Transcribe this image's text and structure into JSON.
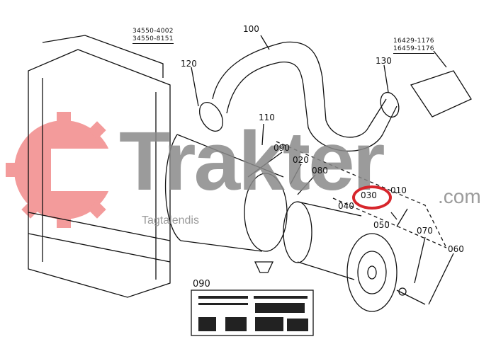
{
  "diagram": {
    "part_numbers_left": [
      "34550-4002",
      "34550-8151"
    ],
    "part_numbers_right": [
      "16429-1176",
      "16459-1176"
    ],
    "callouts": [
      "100",
      "120",
      "130",
      "110",
      "090",
      "020",
      "080",
      "040",
      "030",
      "010",
      "050",
      "070",
      "060"
    ],
    "label_section": "090",
    "highlighted_callout": "030",
    "highlight_color": "#d7262c"
  },
  "watermark": {
    "brand": "Trakter",
    "domain": ".com",
    "tagline": "Tagtalendis",
    "logo_color": "#f07a7a"
  }
}
